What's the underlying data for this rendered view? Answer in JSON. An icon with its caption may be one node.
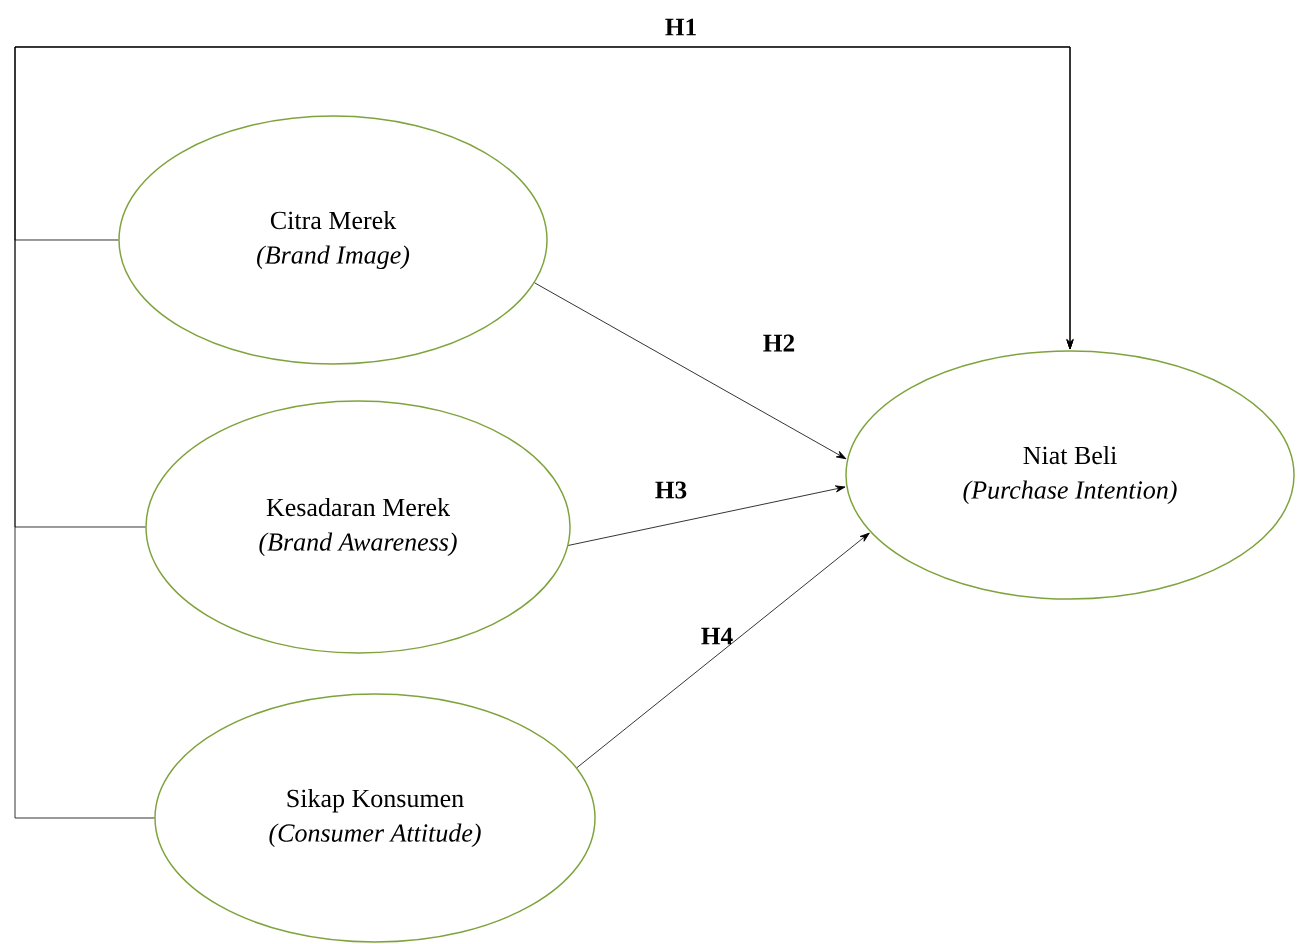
{
  "diagram": {
    "nodes": [
      {
        "text": [
          "Citra Merek",
          "(Brand Image)"
        ]
      },
      {
        "text": [
          "Kesadaran Merek",
          "(Brand Awareness)"
        ]
      },
      {
        "text": [
          "Sikap Konsumen",
          "(Consumer Attitude)"
        ]
      },
      {
        "text": [
          "Niat Beli",
          "(Purchase Intention)"
        ]
      }
    ],
    "edges": [
      {
        "from": 0,
        "to": 3,
        "arrow": "to",
        "label": "H1"
      },
      {
        "from": 1,
        "to": 3,
        "arrow": "to"
      },
      {
        "from": 2,
        "to": 3,
        "arrow": "to"
      },
      {
        "from": 0,
        "to": 3,
        "arrow": "to",
        "label": "H2"
      },
      {
        "from": 1,
        "to": 3,
        "arrow": "to",
        "label": "H3"
      },
      {
        "from": 2,
        "to": 3,
        "arrow": "to",
        "label": "H4"
      }
    ]
  }
}
